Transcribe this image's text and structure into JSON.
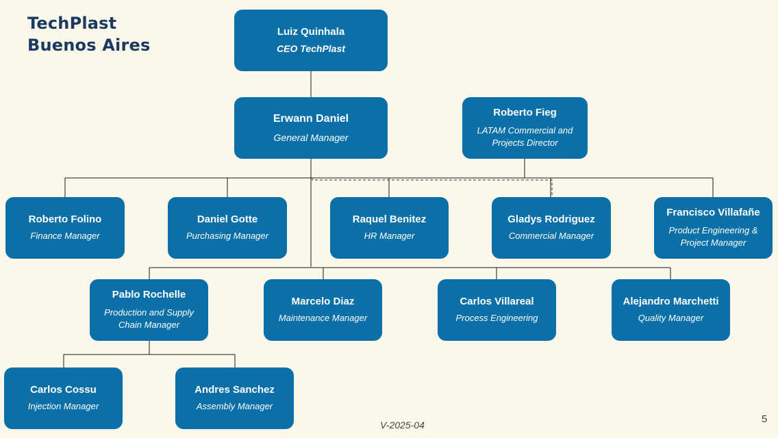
{
  "title": {
    "line1": "TechPlast",
    "line2": "Buenos Aires"
  },
  "nodes": {
    "ceo": {
      "name": "Luiz Quinhala",
      "role": "CEO TechPlast"
    },
    "gm": {
      "name": "Erwann Daniel",
      "role": "General Manager"
    },
    "latam": {
      "name": "Roberto Fieg",
      "role": "LATAM Commercial and Projects Director"
    },
    "finance": {
      "name": "Roberto Folino",
      "role": "Finance Manager"
    },
    "purchasing": {
      "name": "Daniel Gotte",
      "role": "Purchasing Manager"
    },
    "hr": {
      "name": "Raquel Benitez",
      "role": "HR Manager"
    },
    "commercial": {
      "name": "Gladys Rodriguez",
      "role": "Commercial Manager"
    },
    "product_eng": {
      "name": "Francisco Villafañe",
      "role": "Product Engineering & Project Manager"
    },
    "production": {
      "name": "Pablo Rochelle",
      "role": "Production and Supply Chain Manager"
    },
    "maintenance": {
      "name": "Marcelo Diaz",
      "role": "Maintenance Manager"
    },
    "process": {
      "name": "Carlos Villareal",
      "role": "Process Engineering"
    },
    "quality": {
      "name": "Alejandro Marchetti",
      "role": "Quality Manager"
    },
    "injection": {
      "name": "Carlos Cossu",
      "role": "Injection Manager"
    },
    "assembly": {
      "name": "Andres Sanchez",
      "role": "Assembly Manager"
    }
  },
  "footer": {
    "version": "V-2025-04",
    "page_number": "5"
  },
  "colors": {
    "background": "#fbf7ea",
    "box": "#0b70a8",
    "box_text": "#ffffff",
    "title": "#1b3a60",
    "line": "#1a1a1a"
  }
}
